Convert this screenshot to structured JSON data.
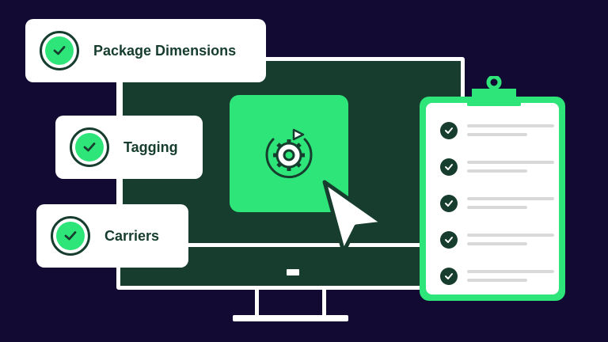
{
  "checklist": [
    {
      "label": "Package Dimensions",
      "icon": "check-icon"
    },
    {
      "label": "Tagging",
      "icon": "check-icon"
    },
    {
      "label": "Carriers",
      "icon": "check-icon"
    }
  ],
  "app_tile": {
    "icon": "gear-sync-icon"
  },
  "clipboard": {
    "rows": 5,
    "row_icon": "check-icon"
  },
  "colors": {
    "background": "#130a33",
    "accent_green": "#2ee57a",
    "dark_green": "#163d2d",
    "white": "#ffffff"
  }
}
